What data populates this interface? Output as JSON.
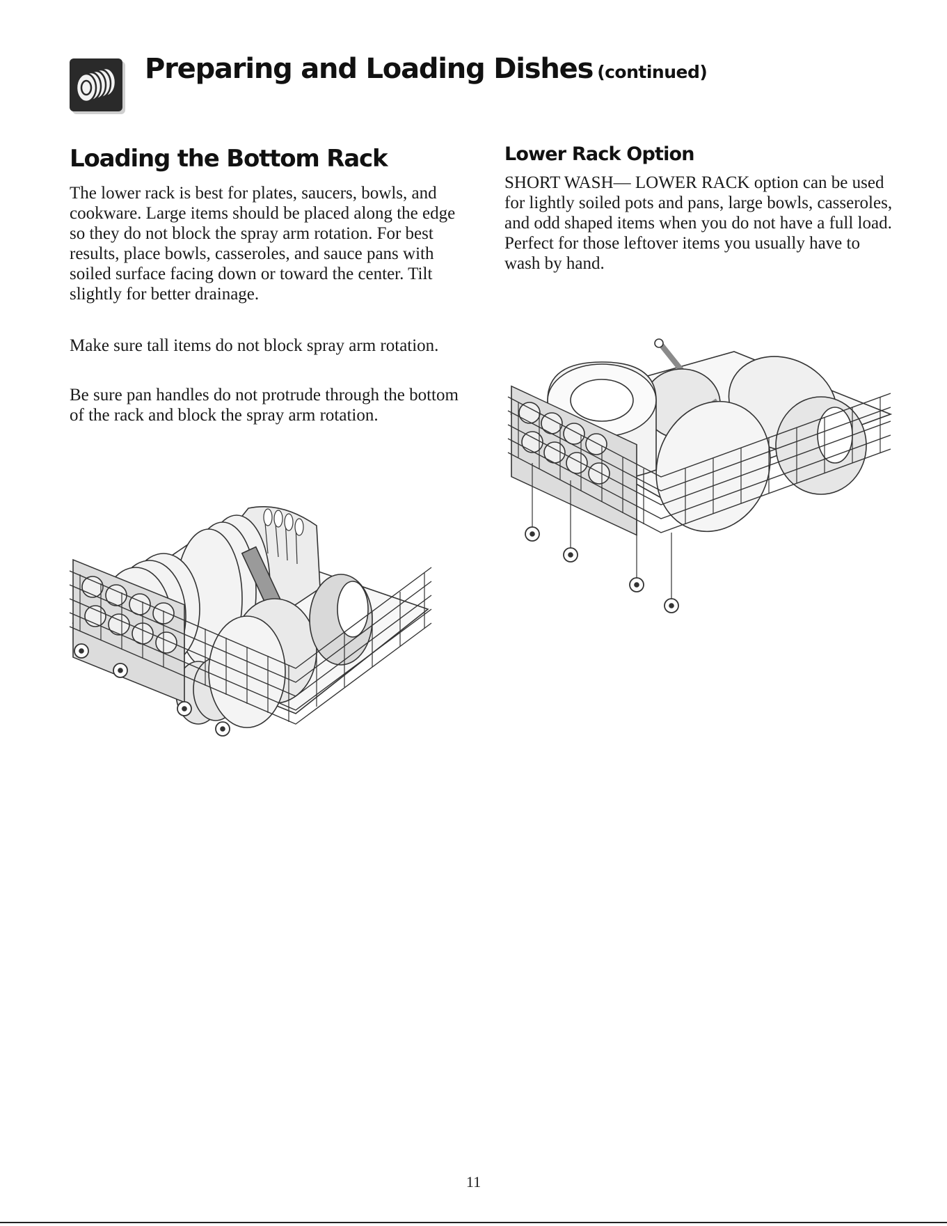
{
  "header": {
    "icon": "stacked-plates-icon",
    "title": "Preparing and Loading Dishes",
    "continued": "(continued)"
  },
  "left_section": {
    "title": "Loading the Bottom Rack",
    "paragraphs": [
      "The lower rack is best for plates, saucers, bowls, and cookware. Large items should be placed along the edge so they do not block the spray arm rotation. For best results, place bowls, casseroles, and sauce pans with soiled surface facing down or toward the center. Tilt slightly for better drainage.",
      "Make sure tall items do not block spray arm rotation.",
      "Be sure pan handles do not protrude through the bottom of the rack and block the spray arm rotation."
    ],
    "illustration": "bottom-rack-loaded-illustration"
  },
  "right_section": {
    "title": "Lower Rack Option",
    "paragraph": "SHORT WASH— LOWER RACK option can be used for lightly soiled pots and pans, large bowls, casseroles, and odd shaped items when you do not have a full load. Perfect for those leftover items you usually have to wash by hand.",
    "illustration": "lower-rack-pots-illustration"
  },
  "footer": {
    "page_number": "11"
  }
}
